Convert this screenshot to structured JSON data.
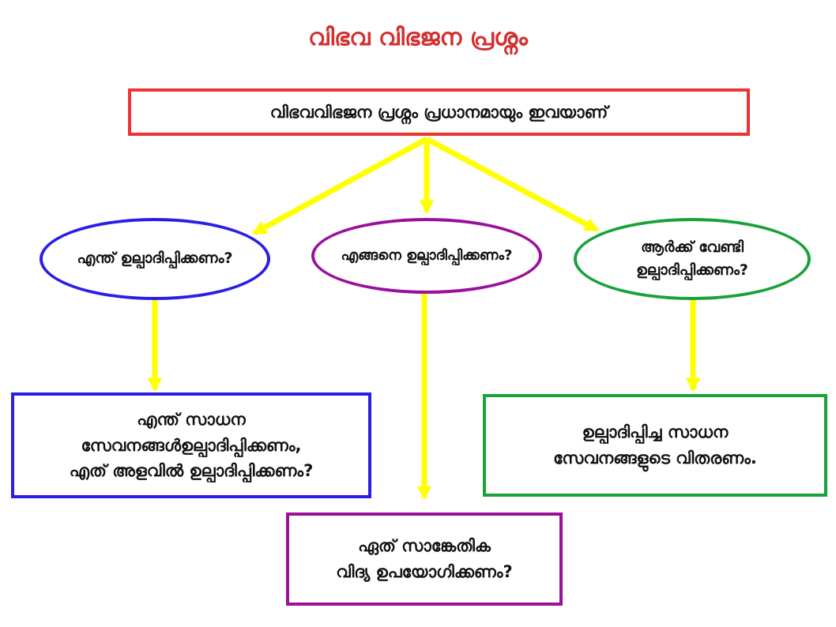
{
  "title": "വിഭവ വിഭജന പ്രശ്നം",
  "root": {
    "text": "വിഭവവിഭജന പ്രശ്നം പ്രധാനമായും ഇവയാണ്",
    "color": "#ee3333"
  },
  "questions": [
    {
      "lines": [
        "എന്ത് ഉല്പാദിപ്പിക്കണം?"
      ],
      "color": "#2a1ee6"
    },
    {
      "lines": [
        "എങ്ങനെ ഉല്പാദിപ്പിക്കണം?"
      ],
      "color": "#9b109b"
    },
    {
      "lines": [
        "ആർക്ക് വേണ്ടി",
        "ഉല്പാദിപ്പിക്കണം?"
      ],
      "color": "#19a23a"
    }
  ],
  "answers": [
    {
      "lines": [
        "എന്ത് സാധന",
        "സേവനങ്ങൾഉല്പാദിപ്പിക്കണം,",
        "എത് അളവിൽ ഉല്പാദിപ്പിക്കണം?"
      ],
      "color": "#2a1ee6"
    },
    {
      "lines": [
        "ഏത് സാങ്കേതിക",
        "വിദ്യ ഉപയോഗിക്കണം?"
      ],
      "color": "#9b109b"
    },
    {
      "lines": [
        "ഉല്പാദിപ്പിച്ച സാധന",
        "സേവനങ്ങളുടെ വിതരണം."
      ],
      "color": "#19a23a"
    }
  ],
  "arrow_color": "#ffff00"
}
